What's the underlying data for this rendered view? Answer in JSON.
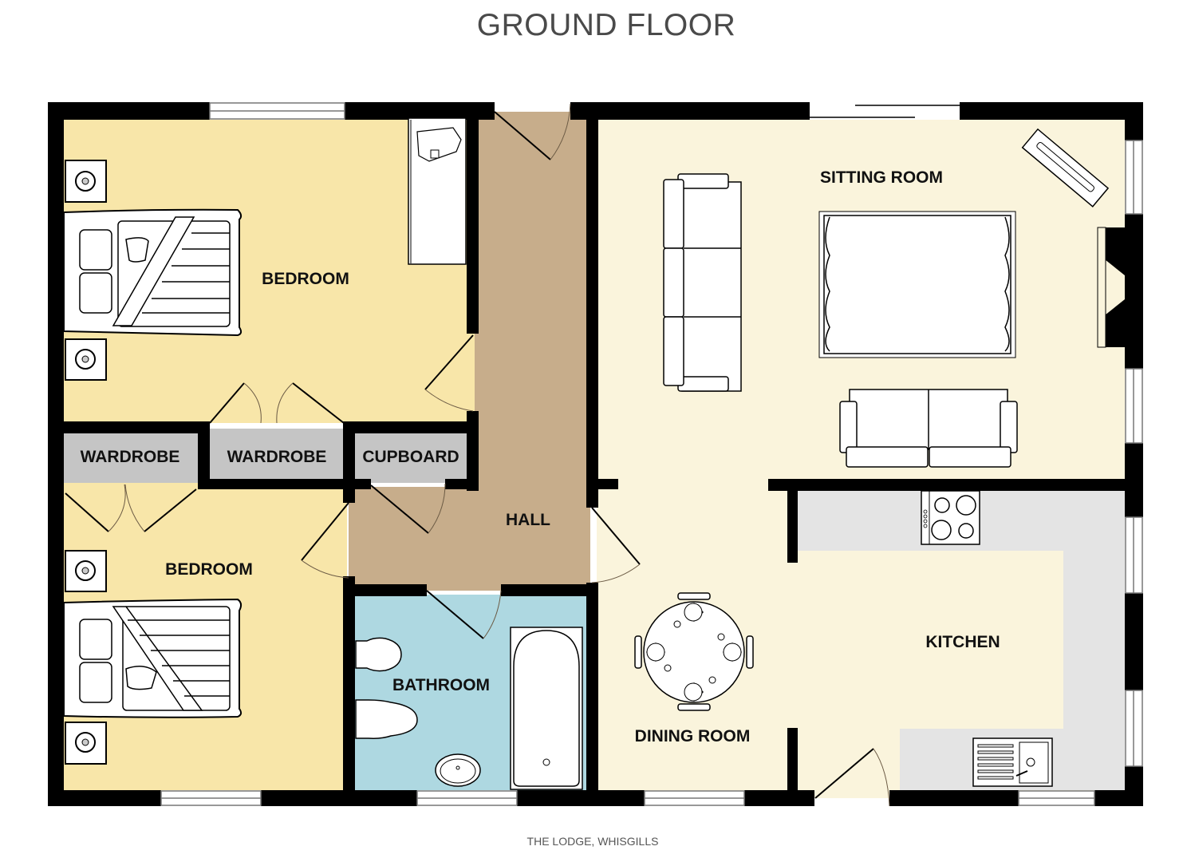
{
  "header": {
    "title": "GROUND FLOOR"
  },
  "footer": {
    "caption": "THE LODGE, WHISGILLS"
  },
  "colors": {
    "wall": "#000000",
    "bedroom": "#f8e6a9",
    "hall": "#c7ad8b",
    "storage": "#c5c5c5",
    "bathroom": "#aed8e1",
    "living": "#faf4dc",
    "worktop": "#e4e4e4"
  },
  "rooms": [
    {
      "id": "bedroom-1",
      "label": "BEDROOM"
    },
    {
      "id": "wardrobe-1",
      "label": "WARDROBE"
    },
    {
      "id": "wardrobe-2",
      "label": "WARDROBE"
    },
    {
      "id": "cupboard",
      "label": "CUPBOARD"
    },
    {
      "id": "bedroom-2",
      "label": "BEDROOM"
    },
    {
      "id": "hall",
      "label": "HALL"
    },
    {
      "id": "bathroom",
      "label": "BATHROOM"
    },
    {
      "id": "sitting-room",
      "label": "SITTING ROOM"
    },
    {
      "id": "kitchen",
      "label": "KITCHEN"
    },
    {
      "id": "dining-room",
      "label": "DINING ROOM"
    }
  ]
}
